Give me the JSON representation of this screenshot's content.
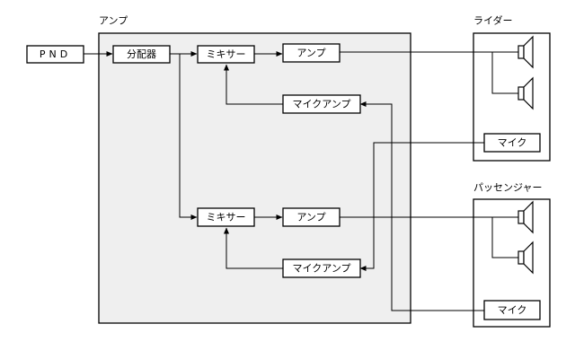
{
  "amp_unit": {
    "title": "アンプ",
    "pnd": "PND",
    "splitter": "分配器",
    "channels": [
      {
        "mixer": "ミキサー",
        "amp": "アンプ",
        "mic_amp": "マイクアンプ"
      },
      {
        "mixer": "ミキサー",
        "amp": "アンプ",
        "mic_amp": "マイクアンプ"
      }
    ]
  },
  "rider": {
    "title": "ライダー",
    "mic": "マイク",
    "speaker_count": 2
  },
  "passenger": {
    "title": "パッセンジャー",
    "mic": "マイク",
    "speaker_count": 2
  },
  "colors": {
    "amp_unit_fill": "#efefef",
    "line": "#000000",
    "block_fill": "#ffffff"
  },
  "icons": {
    "speaker": "speaker-icon"
  }
}
